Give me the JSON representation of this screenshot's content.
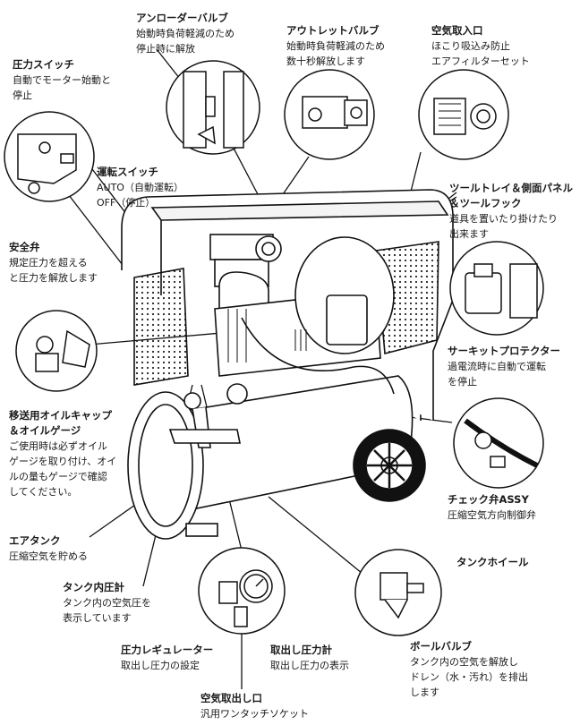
{
  "labels": {
    "pressure_switch": {
      "title": "圧力スイッチ",
      "desc": [
        "自動でモーター始動と",
        "停止"
      ]
    },
    "unloader_valve": {
      "title": "アンローダーバルブ",
      "desc": [
        "始動時負荷軽減のため",
        "停止時に解放"
      ]
    },
    "outlet_valve": {
      "title": "アウトレットバルブ",
      "desc": [
        "始動時負荷軽減のため",
        "数十秒解放します"
      ]
    },
    "air_intake": {
      "title": "空気取入口",
      "desc": [
        "ほこり吸込み防止",
        "エアフィルターセット"
      ]
    },
    "run_switch": {
      "title": "運転スイッチ",
      "desc": [
        "AUTO（自動運転）",
        "OFF（停止）"
      ]
    },
    "tool_tray": {
      "title": "ツールトレイ＆側面パネル",
      "title2": "＆ツールフック",
      "desc": [
        "道具を置いたり掛けたり",
        "出来ます"
      ]
    },
    "safety_valve": {
      "title": "安全弁",
      "desc": [
        "規定圧力を超える",
        "と圧力を解放します"
      ]
    },
    "circuit_protector": {
      "title": "サーキットプロテクター",
      "desc": [
        "過電流時に自動で運転",
        "を停止"
      ]
    },
    "oil_cap": {
      "title": "移送用オイルキャップ",
      "title2": "＆オイルゲージ",
      "desc": [
        "ご使用時は必ずオイル",
        "ゲージを取り付け、オイ",
        "ルの量もゲージで確認",
        "してください。"
      ]
    },
    "check_valve": {
      "title": "チェック弁ASSY",
      "desc": [
        "圧縮空気方向制御弁"
      ]
    },
    "air_tank": {
      "title": "エアタンク",
      "desc": [
        "圧縮空気を貯める"
      ]
    },
    "tank_wheel": {
      "title": "タンクホイール",
      "desc": []
    },
    "tank_gauge": {
      "title": "タンク内圧計",
      "desc": [
        "タンク内の空気圧を",
        "表示しています"
      ]
    },
    "regulator": {
      "title": "圧力レギュレーター",
      "desc": [
        "取出し圧力の設定"
      ]
    },
    "outlet_gauge": {
      "title": "取出し圧力計",
      "desc": [
        "取出し圧力の表示"
      ]
    },
    "ball_valve": {
      "title": "ボールバルブ",
      "desc": [
        "タンク内の空気を解放し",
        "ドレン（水・汚れ）を排出",
        "します"
      ]
    },
    "air_outlet": {
      "title": "空気取出し口",
      "desc": [
        "汎用ワンタッチソケット"
      ]
    }
  }
}
